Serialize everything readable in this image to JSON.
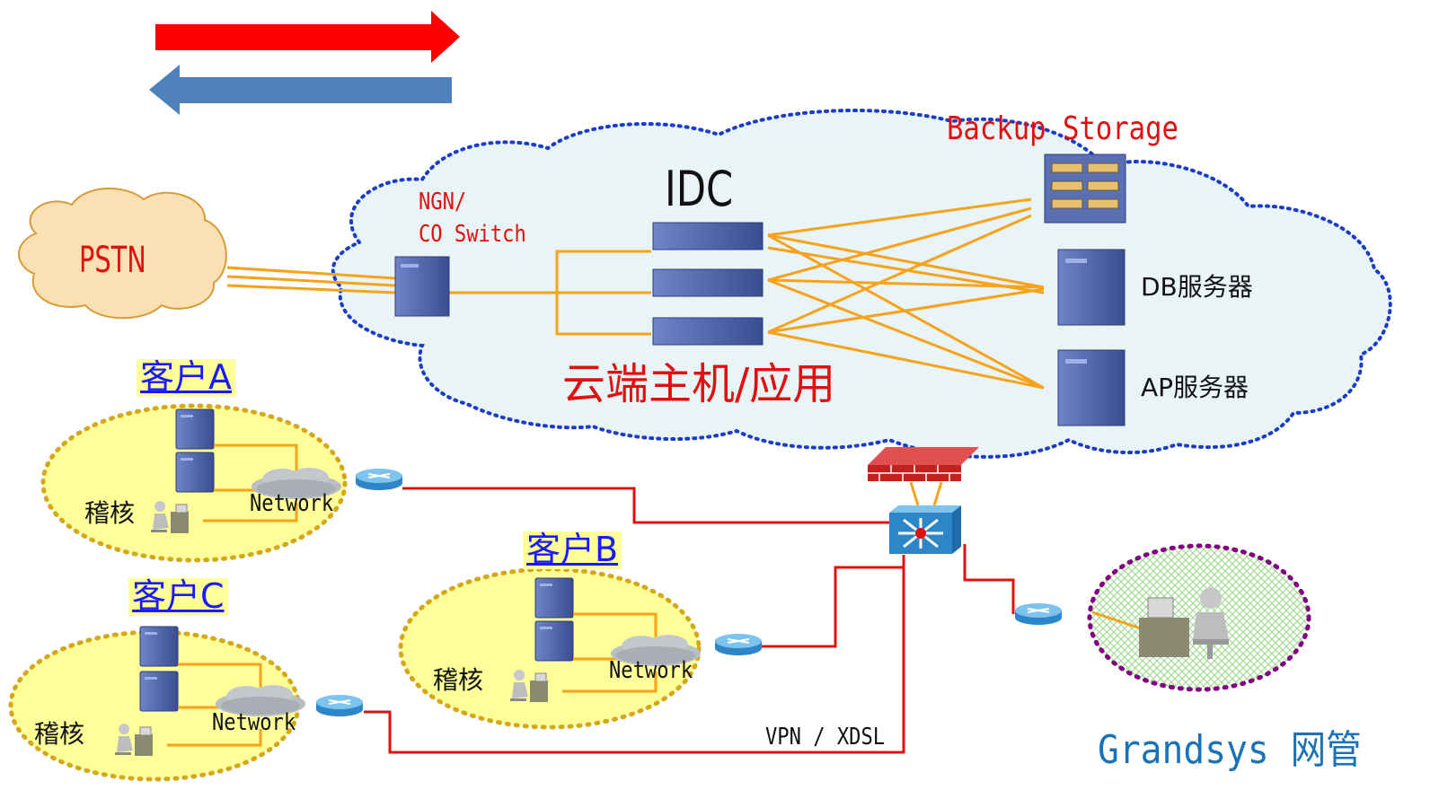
{
  "labels": {
    "pstn": "PSTN",
    "ngn_line1": "NGN/",
    "ngn_line2": "CO Switch",
    "idc": "IDC",
    "backup_storage": "Backup Storage",
    "db_server": "DB服务器",
    "ap_server": "AP服务器",
    "cloud_app": "云端主机/应用",
    "vpn": "VPN / XDSL",
    "grandsys": "Grandsys 网管"
  },
  "customers": [
    {
      "name": "客户A",
      "network": "Network",
      "audit": "稽核"
    },
    {
      "name": "客户B",
      "network": "Network",
      "audit": "稽核"
    },
    {
      "name": "客户C",
      "network": "Network",
      "audit": "稽核"
    }
  ],
  "colors": {
    "red_arrow": "#ff0000",
    "blue_arrow": "#4f81bd",
    "orange_link": "#f7a21b",
    "red_link": "#e01010",
    "cloud_fill": "#e9f4f6",
    "cloud_border": "#1a3cc7",
    "client_fill": "#ffff99",
    "client_border": "#d4a81a",
    "mgmt_border": "#800080",
    "server": "#4a5fa8",
    "label_red": "#e01010",
    "label_blue": "#1a73b8"
  },
  "icons": [
    "red-arrow-right-icon",
    "blue-arrow-left-icon",
    "server-icon",
    "storage-array-icon",
    "firewall-icon",
    "switch-icon",
    "router-icon",
    "network-cloud-icon",
    "workstation-icon",
    "admin-person-icon"
  ]
}
